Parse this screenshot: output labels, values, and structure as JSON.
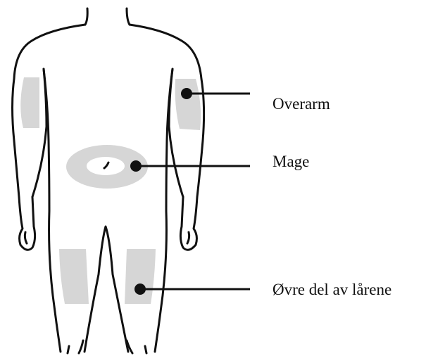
{
  "colors": {
    "outline": "#111111",
    "injection_zone": "#d6d6d6",
    "background": "#ffffff"
  },
  "labels": {
    "upper_arm": "Overarm",
    "abdomen": "Mage",
    "thighs": "Øvre del av lårene"
  }
}
